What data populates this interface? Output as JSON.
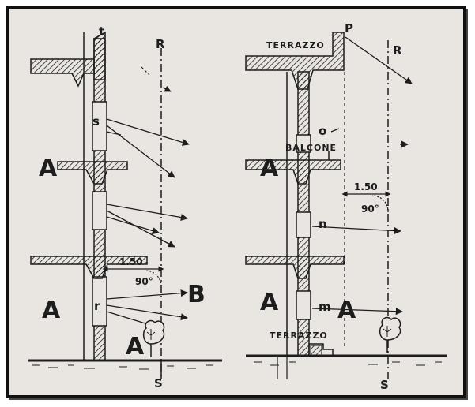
{
  "labels": {
    "left_top_t": "t",
    "left_R": "R",
    "left_s": "s",
    "left_A_mid": "A",
    "left_dim": "1.50",
    "left_angle": "90°",
    "left_A_low": "A",
    "left_r": "r",
    "left_B": "B",
    "left_A_bottom": "A",
    "left_S": "S",
    "right_terrazzo_top": "TERRAZZO",
    "right_p": "P",
    "right_R": "R",
    "right_o": "o",
    "right_balcone": "BALCONE",
    "right_A_mid": "A",
    "right_dim": "1.50",
    "right_angle": "90°",
    "right_n": "n",
    "right_A_low": "A",
    "right_m": "m",
    "right_A_right": "A",
    "right_terrazzo_bottom": "TERRAZZO",
    "right_S": "S"
  },
  "colors": {
    "ink": "#1d1d1d",
    "paper": "#e9e6e1",
    "frame": "#111111"
  }
}
